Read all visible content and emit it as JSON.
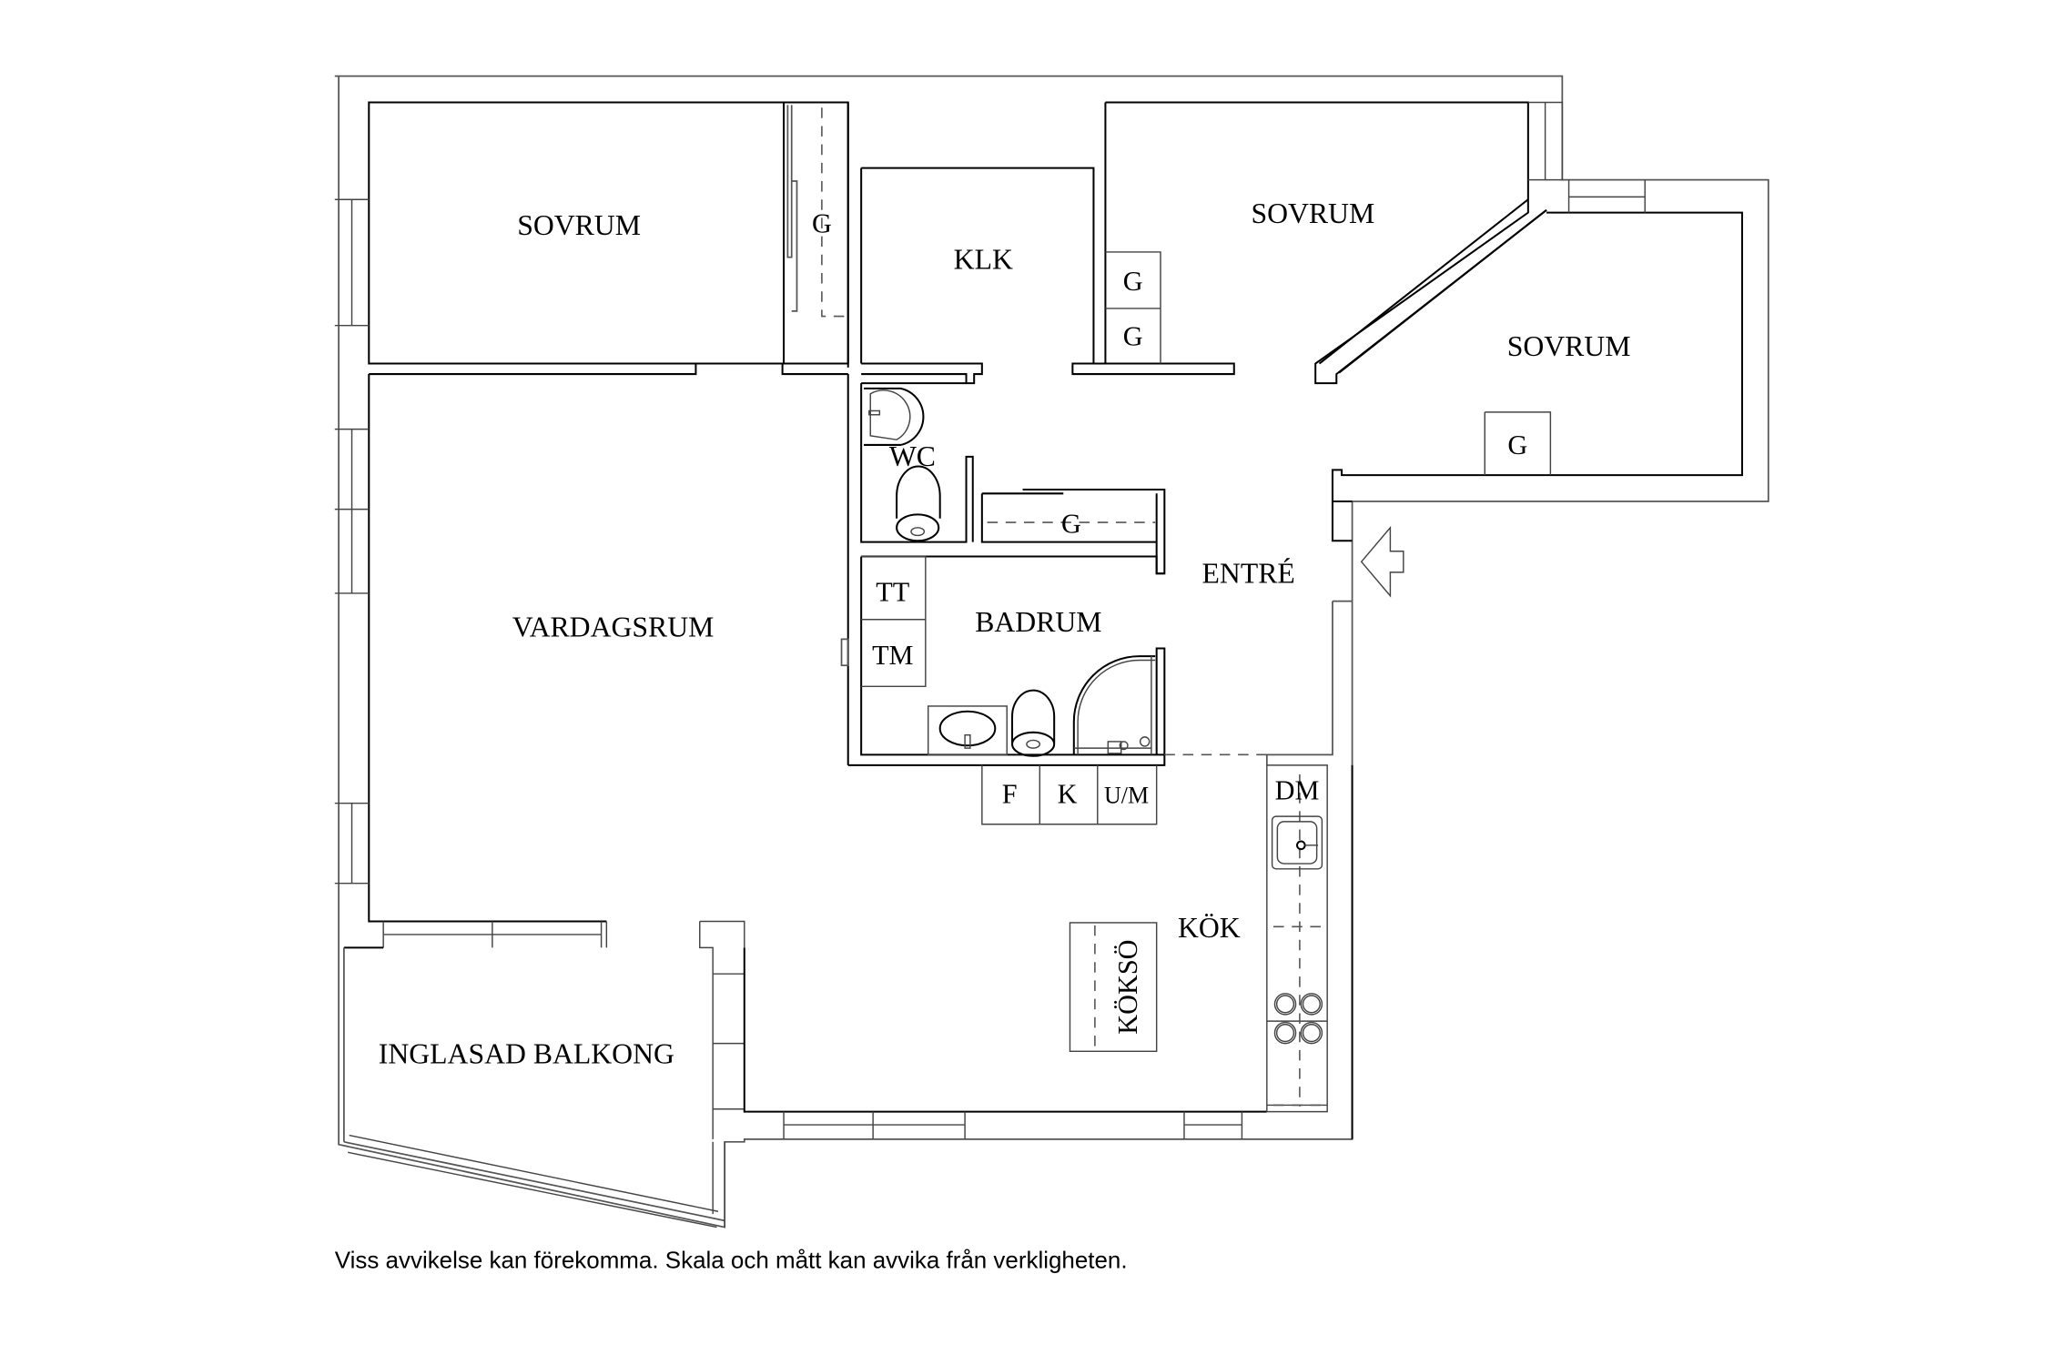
{
  "plan": {
    "rooms": {
      "sovrum_1": "SOVRUM",
      "sovrum_2": "SOVRUM",
      "sovrum_3": "SOVRUM",
      "klk": "KLK",
      "wc": "WC",
      "badrum": "BADRUM",
      "entre": "ENTRÉ",
      "vardagsrum": "VARDAGSRUM",
      "kok": "KÖK",
      "inglasad_balkong": "INGLASAD BALKONG"
    },
    "fixtures": {
      "closet_sovrum_1": "G",
      "closet_sovrum_2_a": "G",
      "closet_sovrum_2_b": "G",
      "closet_sovrum_3": "G",
      "closet_hall": "G",
      "tumble_dryer": "TT",
      "washing_machine": "TM",
      "fridge": "F",
      "freezer": "K",
      "oven_microwave": "U/M",
      "dishwasher": "DM",
      "kitchen_island": "KÖKSÖ"
    },
    "icons": {
      "entrance_arrow": "entrance-arrow-icon",
      "sink": "sink-icon",
      "toilet": "toilet-icon",
      "shower": "shower-icon",
      "stove": "stove-icon"
    }
  },
  "footer": {
    "disclaimer": "Viss avvikelse kan förekomma. Skala och mått kan avvika från verkligheten."
  }
}
